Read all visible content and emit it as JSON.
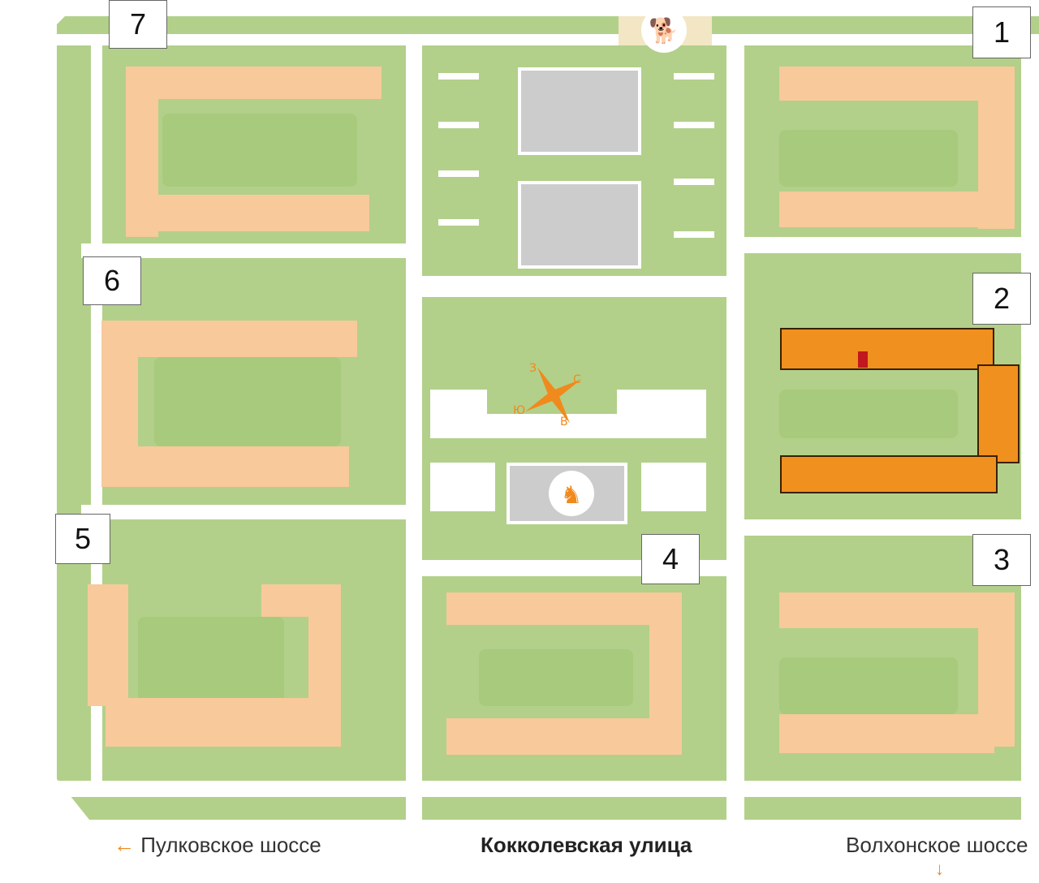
{
  "map": {
    "colors": {
      "ground": "#b2d08a",
      "lawn": "#a8ca7c",
      "path": "#ffffff",
      "building": "#f7c99b",
      "building_selected": "#f0901e",
      "unit_selected": "#c0181e",
      "school": "#cccccc",
      "accent": "#f08a1c",
      "plaza": "#f2e6c4"
    },
    "buildings": [
      {
        "label": "1",
        "selected": false
      },
      {
        "label": "2",
        "selected": true
      },
      {
        "label": "3",
        "selected": false
      },
      {
        "label": "4",
        "selected": false
      },
      {
        "label": "5",
        "selected": false
      },
      {
        "label": "6",
        "selected": false
      },
      {
        "label": "7",
        "selected": false
      }
    ],
    "compass": {
      "n": "С",
      "e": "В",
      "s": "Ю",
      "w": "З"
    },
    "icons": {
      "dog_park": "dog-icon",
      "kindergarten": "rocking-horse-icon"
    }
  },
  "footer": {
    "left_arrow": "←",
    "left_road": "Пулковское шоссе",
    "center_street": "Кокколевская улица",
    "right_road": "Волхонское шоссе",
    "right_arrow": "↓"
  }
}
